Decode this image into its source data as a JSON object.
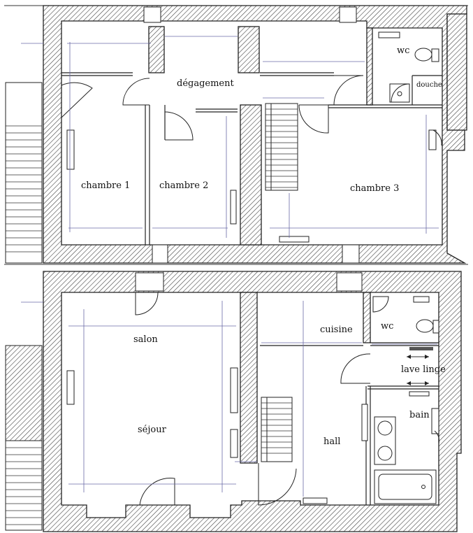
{
  "floor_upper": {
    "rooms": {
      "chambre1": "chambre 1",
      "chambre2": "chambre 2",
      "degagement": "dégagement",
      "chambre3": "chambre 3",
      "wc": "wc",
      "douche": "douche"
    }
  },
  "floor_lower": {
    "rooms": {
      "salon": "salon",
      "sejour": "séjour",
      "cuisine": "cuisine",
      "wc": "wc",
      "lave_linge": "lave linge",
      "bain": "bain",
      "hall": "hall"
    }
  },
  "colors": {
    "wall_line": "#222222",
    "hatch": "#444444",
    "dimension_line": "#6a6aa6",
    "background": "#ffffff"
  }
}
